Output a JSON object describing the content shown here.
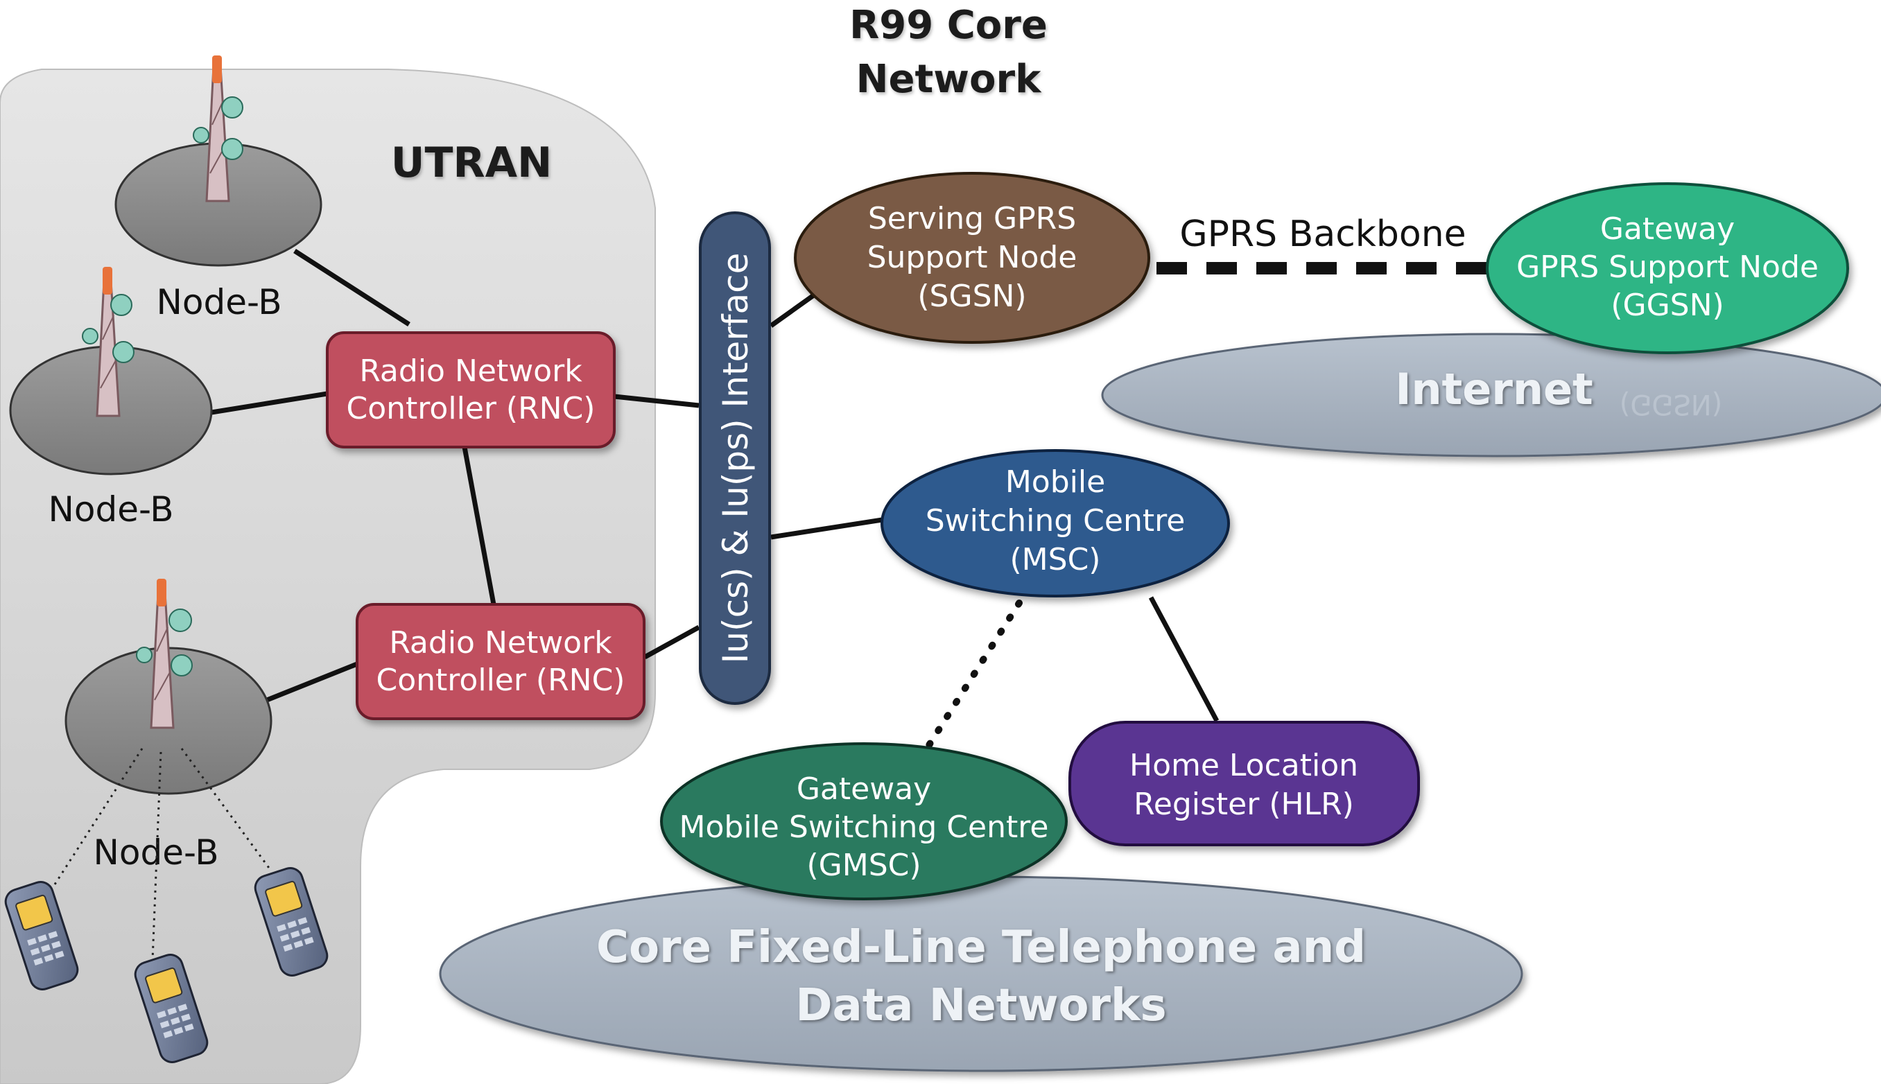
{
  "title": {
    "line1": "R99 Core",
    "line2": "Network"
  },
  "utran": {
    "label": "UTRAN"
  },
  "interface": {
    "label": "Iu(cs) & Iu(ps) Interface"
  },
  "node_b": {
    "label_top": "Node-B",
    "label_mid": "Node-B",
    "label_bottom": "Node-B"
  },
  "rnc1": {
    "line1": "Radio Network",
    "line2": "Controller (RNC)"
  },
  "rnc2": {
    "line1": "Radio Network",
    "line2": "Controller (RNC)"
  },
  "sgsn": {
    "line1": "Serving GPRS",
    "line2": "Support Node",
    "line3": "(SGSN)"
  },
  "gprs_backbone": {
    "label": "GPRS Backbone"
  },
  "ggsn": {
    "line1": "Gateway",
    "line2": "GPRS Support Node",
    "line3": "(GGSN)",
    "reflection": "(GGSN)"
  },
  "internet": {
    "label": "Internet"
  },
  "msc": {
    "line1": "Mobile",
    "line2": "Switching Centre",
    "line3": "(MSC)"
  },
  "hlr": {
    "line1": "Home Location",
    "line2": "Register (HLR)"
  },
  "gmsc": {
    "line1": "Gateway",
    "line2": "Mobile Switching Centre",
    "line3": "(GMSC)"
  },
  "core_network": {
    "line1": "Core Fixed-Line Telephone and",
    "line2": "Data Networks"
  },
  "colors": {
    "utran_bg": "#d8d8d8",
    "rnc": "#c0505e",
    "interface": "#3f5678",
    "sgsn": "#7a5a44",
    "ggsn": "#2fb585",
    "msc": "#2f5a8e",
    "hlr": "#5a3592",
    "gmsc": "#2a7a5e",
    "cloud": "#a9b4c2"
  }
}
